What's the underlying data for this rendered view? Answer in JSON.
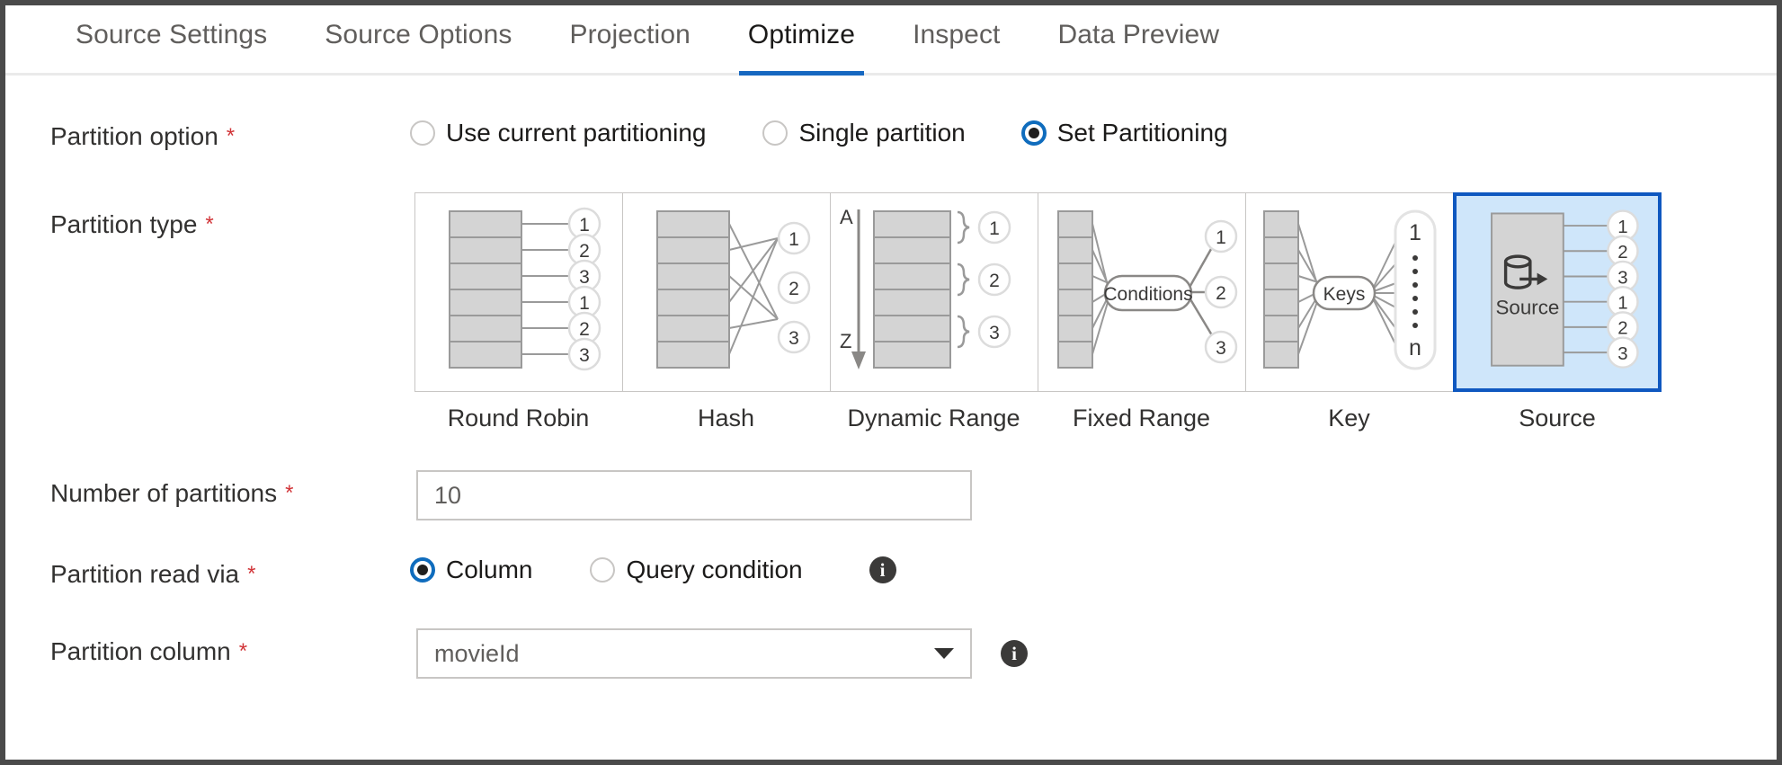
{
  "window": {
    "border_color": "#4a4a4a",
    "accent_color": "#0f6cbd",
    "selected_card_border": "#0f58c0",
    "selected_card_fill": "#cfe6fa",
    "required_marker": "*"
  },
  "tabs": [
    {
      "label": "Source Settings",
      "active": false
    },
    {
      "label": "Source Options",
      "active": false
    },
    {
      "label": "Projection",
      "active": false
    },
    {
      "label": "Optimize",
      "active": true
    },
    {
      "label": "Inspect",
      "active": false
    },
    {
      "label": "Data Preview",
      "active": false
    }
  ],
  "fields": {
    "partition_option": {
      "label": "Partition option",
      "required": true,
      "options": [
        {
          "label": "Use current partitioning",
          "checked": false
        },
        {
          "label": "Single partition",
          "checked": false
        },
        {
          "label": "Set Partitioning",
          "checked": true
        }
      ]
    },
    "partition_type": {
      "label": "Partition type",
      "required": true,
      "cards": [
        {
          "label": "Round Robin",
          "selected": false
        },
        {
          "label": "Hash",
          "selected": false
        },
        {
          "label": "Dynamic Range",
          "selected": false,
          "range_start": "A",
          "range_end": "Z",
          "bucket_labels": [
            "1",
            "2",
            "3"
          ]
        },
        {
          "label": "Fixed Range",
          "selected": false,
          "node_label": "Conditions",
          "bucket_labels": [
            "1",
            "2",
            "3"
          ]
        },
        {
          "label": "Key",
          "selected": false,
          "node_label": "Keys",
          "bucket_first": "1",
          "bucket_last": "n"
        },
        {
          "label": "Source",
          "selected": true,
          "node_label": "Source",
          "bucket_labels": [
            "1",
            "2",
            "3",
            "1",
            "2",
            "3"
          ]
        }
      ],
      "round_robin_outputs": [
        "1",
        "2",
        "3",
        "1",
        "2",
        "3"
      ],
      "hash_outputs": [
        "1",
        "2",
        "3"
      ]
    },
    "number_of_partitions": {
      "label": "Number of partitions",
      "required": true,
      "value": "10",
      "placeholder": ""
    },
    "partition_read_via": {
      "label": "Partition read via",
      "required": true,
      "options": [
        {
          "label": "Column",
          "checked": true
        },
        {
          "label": "Query condition",
          "checked": false
        }
      ],
      "info_tooltip_icon": "info-icon"
    },
    "partition_column": {
      "label": "Partition column",
      "required": true,
      "value": "movieId",
      "dropdown_icon": "chevron-down-icon",
      "info_tooltip_icon": "info-icon"
    }
  }
}
